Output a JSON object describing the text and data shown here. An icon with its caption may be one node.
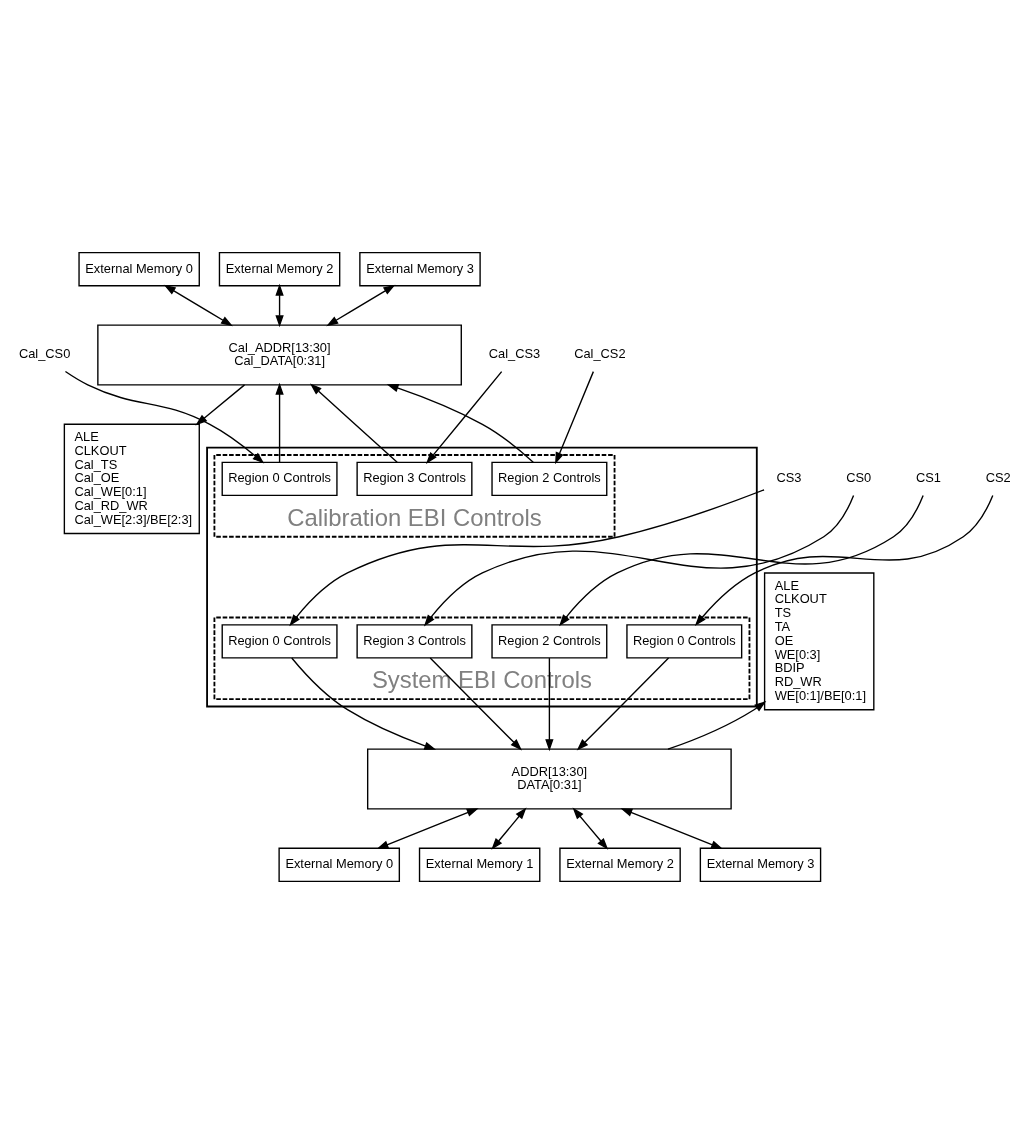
{
  "diagram": {
    "nodes": [
      {
        "text": [
          "External Memory 0"
        ]
      },
      {
        "text": [
          "External Memory 2"
        ]
      },
      {
        "text": [
          "External Memory 3"
        ]
      },
      {
        "text": [
          "Cal_ADDR[13:30]",
          "Cal_DATA[0:31]"
        ]
      },
      {
        "text": [
          "ALE",
          "CLKOUT",
          "Cal_TS",
          "Cal_OE",
          "Cal_WE[0:1]",
          "Cal_RD_WR",
          "Cal_WE[2:3]/BE[2:3]"
        ]
      },
      {
        "text": [],
        "shape": "box"
      },
      {
        "text": [
          "Calibration EBI Controls"
        ],
        "in": 5
      },
      {
        "text": [
          "System EBI Controls"
        ],
        "in": 5
      },
      {
        "text": [
          "Region 0 Controls"
        ],
        "in": 6
      },
      {
        "text": [
          "Region 2 Controls"
        ],
        "in": 6
      },
      {
        "text": [
          "Region 3 Controls"
        ],
        "in": 6
      },
      {
        "text": [
          "Cal_CS0"
        ]
      },
      {
        "text": [
          "Cal_CS2"
        ]
      },
      {
        "text": [
          "Cal_CS3"
        ]
      },
      {
        "text": [
          "CS0"
        ]
      },
      {
        "text": [
          "CS1"
        ]
      },
      {
        "text": [
          "CS2"
        ]
      },
      {
        "text": [
          "CS3"
        ]
      },
      {
        "text": [
          "Region 0 Controls"
        ],
        "in": 7
      },
      {
        "text": [
          "Region 0 Controls"
        ],
        "in": 7
      },
      {
        "text": [
          "Region 2 Controls"
        ],
        "in": 7
      },
      {
        "text": [
          "Region 3 Controls"
        ],
        "in": 7
      },
      {
        "text": [
          "ALE",
          "CLKOUT",
          "TS",
          "TA",
          "OE",
          "WE[0:3]",
          "BDIP",
          "RD_WR",
          "WE[0:1]/BE[0:1]"
        ]
      },
      {
        "text": [
          "ADDR[13:30]",
          "DATA[0:31]"
        ]
      },
      {
        "text": [
          "External Memory 0"
        ]
      },
      {
        "text": [
          "External Memory 1"
        ]
      },
      {
        "text": [
          "External Memory 2"
        ]
      },
      {
        "text": [
          "External Memory 3"
        ]
      }
    ],
    "edges": [
      {
        "from": 0,
        "to": 3,
        "arrow": "both"
      },
      {
        "from": 1,
        "to": 3,
        "arrow": "both"
      },
      {
        "from": 2,
        "to": 3,
        "arrow": "both"
      },
      {
        "from": 3,
        "to": 4,
        "arrow": "to"
      },
      {
        "from": 8,
        "to": 3,
        "arrow": "to"
      },
      {
        "from": 9,
        "to": 3,
        "arrow": "to"
      },
      {
        "from": 10,
        "to": 3,
        "arrow": "to"
      },
      {
        "from": 11,
        "to": 8,
        "arrow": "to"
      },
      {
        "from": 12,
        "to": 9,
        "arrow": "to"
      },
      {
        "from": 13,
        "to": 10,
        "arrow": "to"
      },
      {
        "from": 14,
        "to": 21,
        "arrow": "to"
      },
      {
        "from": 15,
        "to": 20,
        "arrow": "to"
      },
      {
        "from": 16,
        "to": 19,
        "arrow": "to"
      },
      {
        "from": 17,
        "to": 18,
        "arrow": "to"
      },
      {
        "from": 18,
        "to": 23,
        "arrow": "to"
      },
      {
        "from": 19,
        "to": 23,
        "arrow": "to"
      },
      {
        "from": 20,
        "to": 23,
        "arrow": "to"
      },
      {
        "from": 21,
        "to": 23,
        "arrow": "to"
      },
      {
        "from": 23,
        "to": 22,
        "arrow": "to"
      },
      {
        "from": 23,
        "to": 24,
        "arrow": "both"
      },
      {
        "from": 23,
        "to": 25,
        "arrow": "both"
      },
      {
        "from": 23,
        "to": 26,
        "arrow": "both"
      },
      {
        "from": 23,
        "to": 27,
        "arrow": "both"
      }
    ]
  }
}
